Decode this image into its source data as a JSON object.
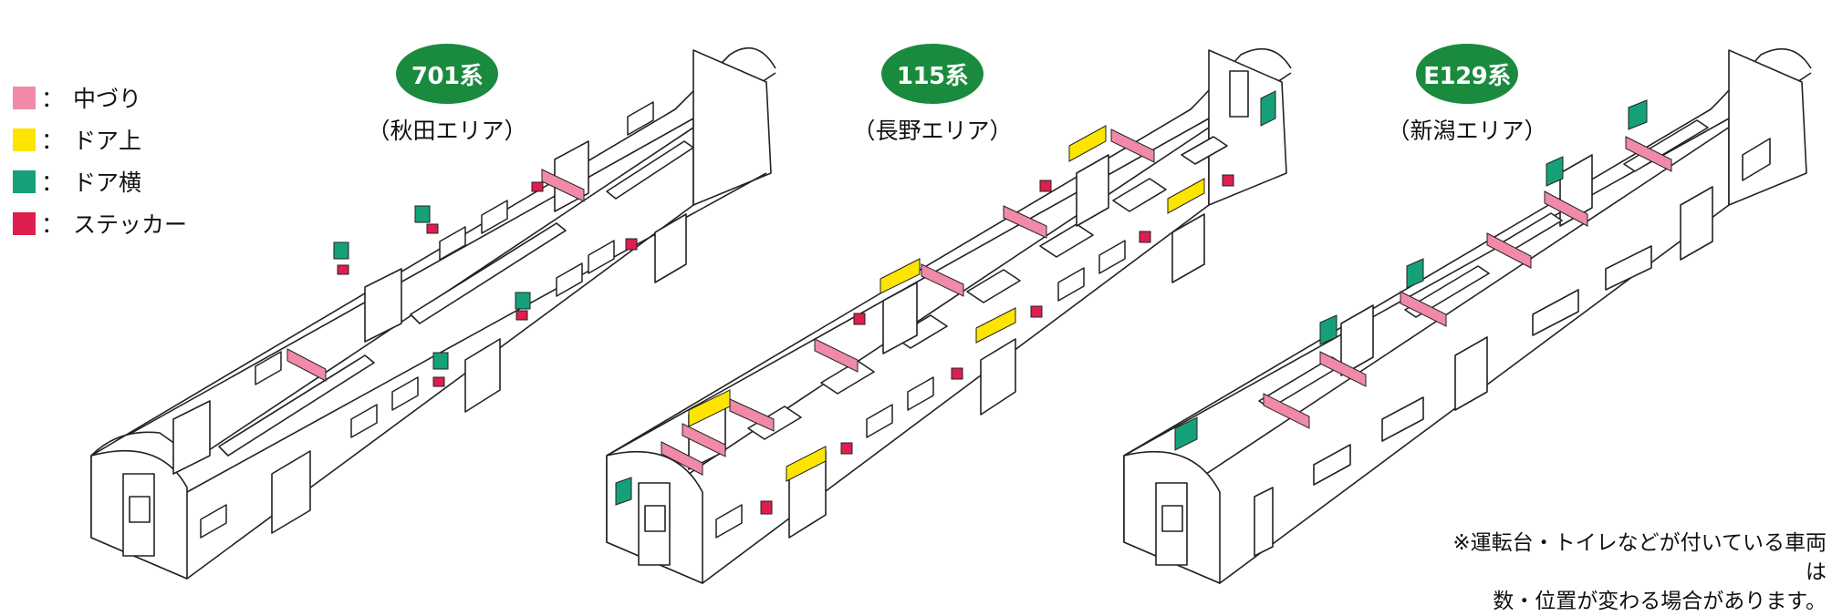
{
  "legend": [
    {
      "label": "中づり",
      "color": "#f08aa8"
    },
    {
      "label": "ドア上",
      "color": "#fde500"
    },
    {
      "label": "ドア横",
      "color": "#16a07a"
    },
    {
      "label": "ステッカー",
      "color": "#dd1e4f"
    }
  ],
  "legend_sep": "：",
  "trains": [
    {
      "series": "701系",
      "area": "（秋田エリア）"
    },
    {
      "series": "115系",
      "area": "（長野エリア）"
    },
    {
      "series": "E129系",
      "area": "（新潟エリア）"
    }
  ],
  "note": {
    "line1": "※運転台・トイレなどが付いている車両は",
    "line2": "数・位置が変わる場合があります。"
  }
}
